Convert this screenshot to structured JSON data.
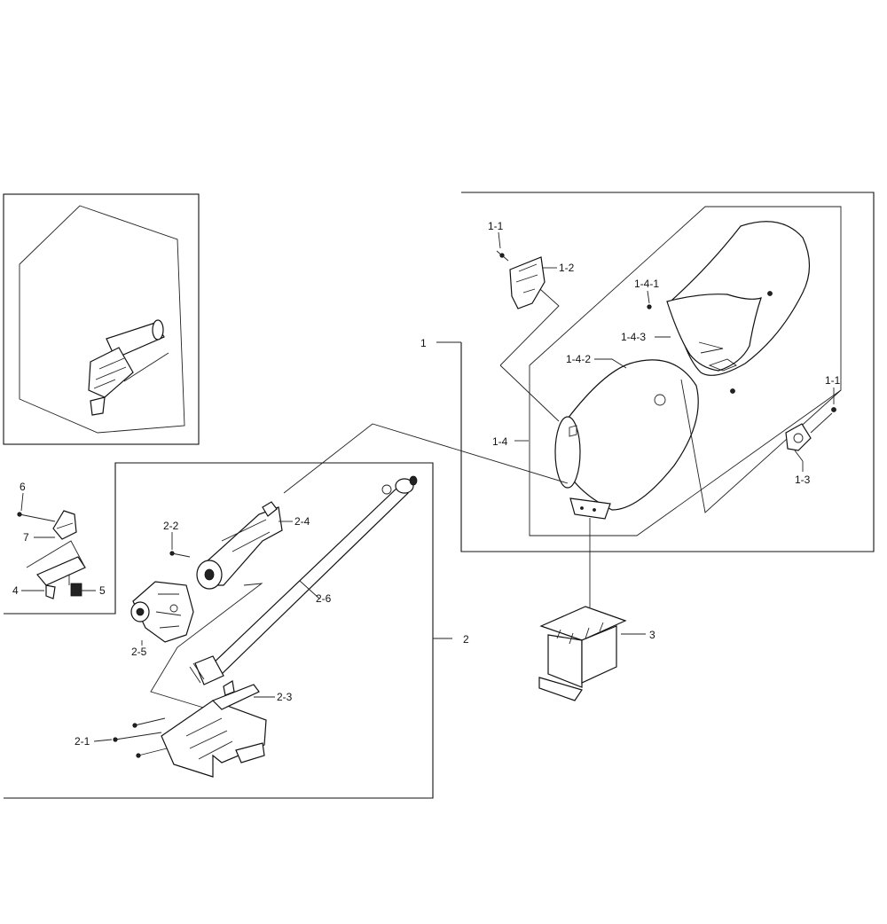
{
  "labels": {
    "l_1": "1",
    "l_1_1_top": "1-1",
    "l_1_2": "1-2",
    "l_1_4_1": "1-4-1",
    "l_1_4_3": "1-4-3",
    "l_1_4_2": "1-4-2",
    "l_1_1_right": "1-1",
    "l_1_4": "1-4",
    "l_1_3": "1-3",
    "l_6": "6",
    "l_7": "7",
    "l_4": "4",
    "l_5": "5",
    "l_2_2": "2-2",
    "l_2_4": "2-4",
    "l_2_6": "2-6",
    "l_2_5": "2-5",
    "l_2": "2",
    "l_3": "3",
    "l_2_3": "2-3",
    "l_2_1": "2-1"
  }
}
